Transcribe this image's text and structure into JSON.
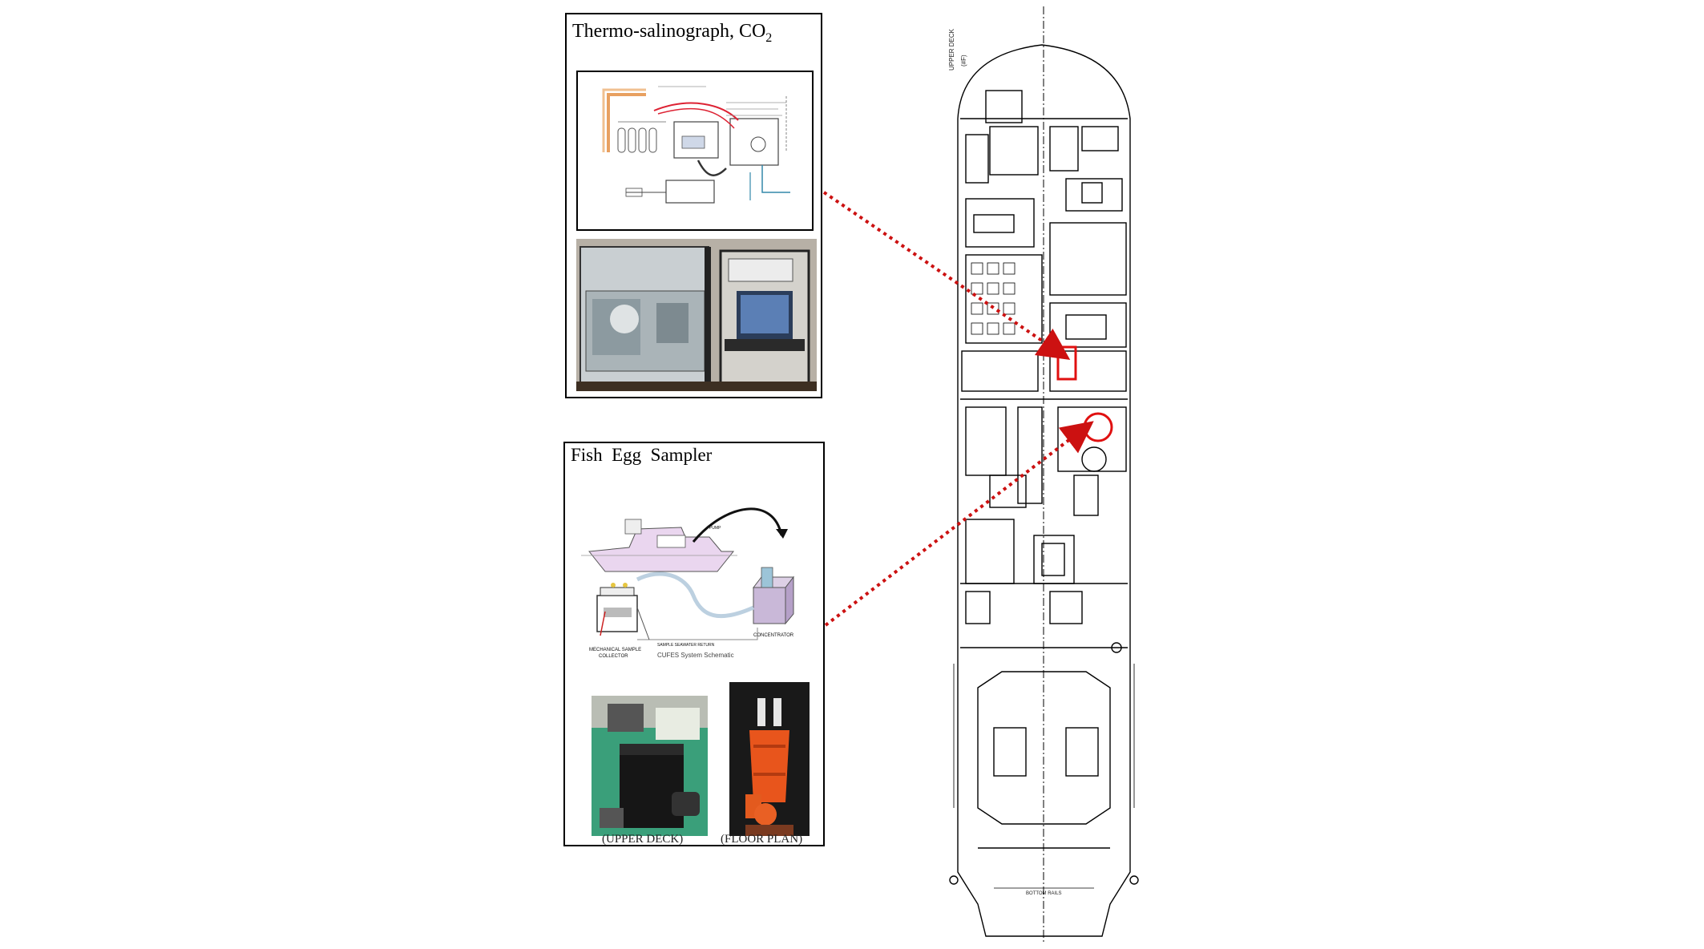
{
  "panels": {
    "thermo": {
      "title": "Thermo-salinograph, CO",
      "title_sub": "2"
    },
    "fish": {
      "title": "Fish  Egg  Sampler",
      "schematic_caption": "CUFES  System  Schematic",
      "labels": {
        "concentrator": "CONCENTRATOR",
        "mechanical": "MECHANICAL SAMPLE",
        "collector": "COLLECTOR",
        "sample_return": "SAMPLE  SEAWATER  RETURN",
        "pump": "PUMP"
      },
      "photo_captions": [
        "(UPPER DECK)",
        "(FLOOR PLAN)"
      ]
    }
  },
  "ship": {
    "deck_label": "UPPER DECK",
    "frame_label": "(#F)",
    "bottom_label": "BOTTOM RAILS"
  },
  "colors": {
    "highlight": "#e01010",
    "arrow": "#cc1111",
    "line": "#000000"
  }
}
